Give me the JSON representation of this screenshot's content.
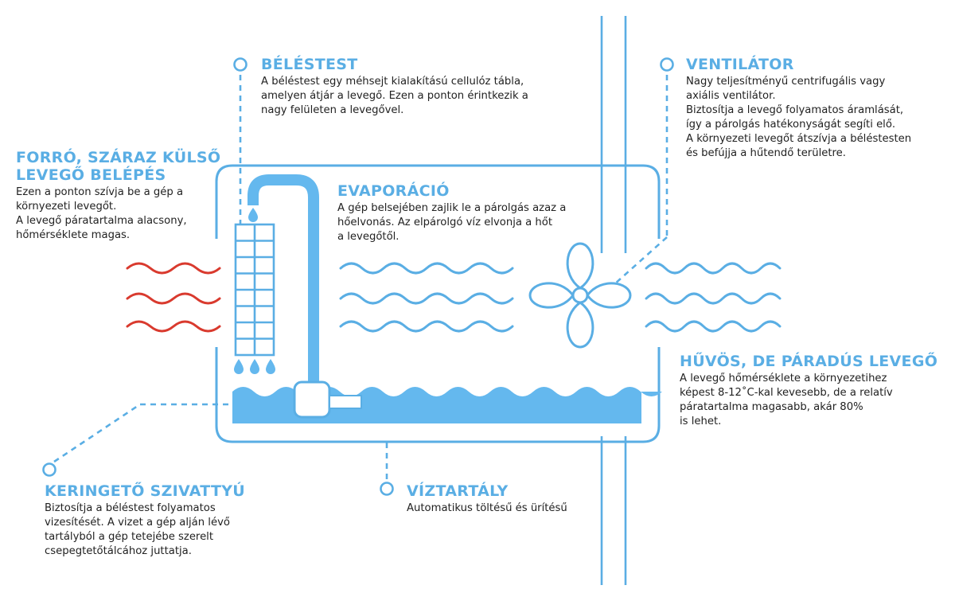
{
  "colors": {
    "accent": "#5aaee4",
    "water": "#64b8ee",
    "hot_air": "#d93a2e",
    "text": "#222222"
  },
  "icons": [
    "droplet-icon",
    "fan-icon",
    "pump-icon",
    "honeycomb-pad-icon",
    "water-pipe-icon"
  ],
  "labels": {
    "belestest": {
      "title": "BÉLÉSTEST",
      "lines": [
        "A béléstest egy méhsejt kialakítású cellulóz tábla,",
        "amelyen átjár a levegő. Ezen a ponton érintkezik a",
        "nagy felületen a levegővel."
      ]
    },
    "ventilator": {
      "title": "VENTILÁTOR",
      "lines": [
        "Nagy teljesítményű centrifugális vagy",
        "axiális ventilátor.",
        "Biztosítja a levegő folyamatos áramlását,",
        "így a párolgás hatékonyságát segíti elő.",
        "A környezeti levegőt átszívja a béléstesten",
        "és befújja a hűtendő területre."
      ]
    },
    "hot_air": {
      "title_lines": [
        "FORRÓ, SZÁRAZ KÜLSŐ",
        "LEVEGŐ BELÉPÉS"
      ],
      "lines": [
        "Ezen  a ponton szívja be a gép a",
        "környezeti levegőt.",
        "A levegő páratartalma alacsony,",
        "hőmérséklete magas."
      ]
    },
    "evaporacio": {
      "title": "EVAPORÁCIÓ",
      "lines": [
        "A gép belsejében zajlik le a párolgás azaz a",
        "hőelvonás. Az elpárolgó víz elvonja a hőt",
        "a levegőtől."
      ]
    },
    "cool_air": {
      "title": "HŰVÖS, DE PÁRADÚS LEVEGŐ",
      "lines": [
        "A levegő hőmérséklete a környezetihez",
        "képest 8-12˚C-kal kevesebb, de a relatív",
        "páratartalma magasabb, akár 80%",
        "is lehet."
      ]
    },
    "pump": {
      "title": "KERINGETŐ SZIVATTYÚ",
      "lines": [
        "Biztosítja a béléstest folyamatos",
        "vizesítését. A vizet a gép alján lévő",
        "tartályból a gép tetejébe szerelt",
        "csepegtetőtálcához juttatja."
      ]
    },
    "tank": {
      "title": "VÍZTARTÁLY",
      "lines": [
        "Automatikus töltésű és ürítésű"
      ]
    }
  }
}
